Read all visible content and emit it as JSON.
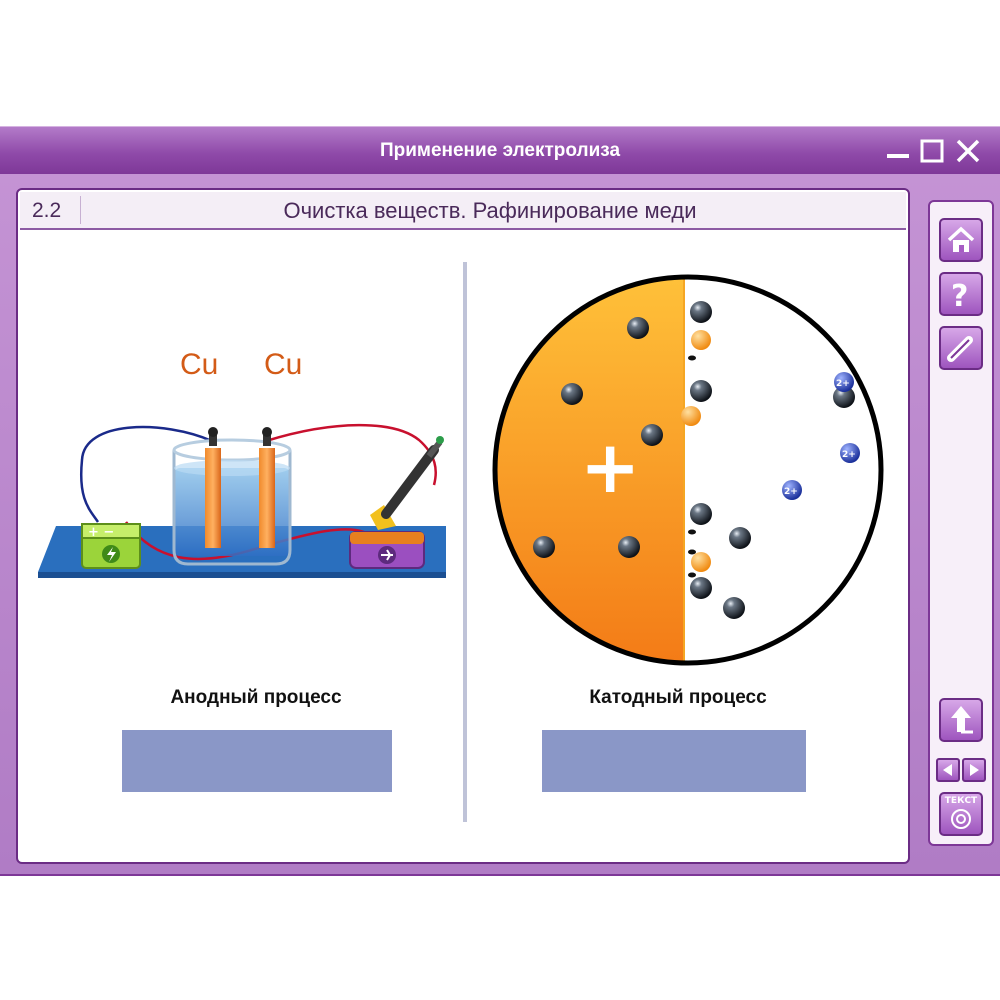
{
  "window": {
    "title": "Применение электролиза"
  },
  "header": {
    "section_number": "2.2",
    "subtitle": "Очистка веществ. Рафинирование меди"
  },
  "left_panel": {
    "electrode_labels": [
      "Cu",
      "Cu"
    ],
    "process_label": "Анодный процесс",
    "battery_symbols": "+ −"
  },
  "right_panel": {
    "plus_sign": "+",
    "process_label": "Катодный процесс",
    "ion_charge": "2+"
  },
  "sidebar": {
    "text_button_label": "ТЕКСТ"
  },
  "colors": {
    "accent": "#8f4aa9",
    "answer_box": "#8a97c7",
    "anode_orange": "#f59a1f",
    "copper": "#e8761f"
  }
}
